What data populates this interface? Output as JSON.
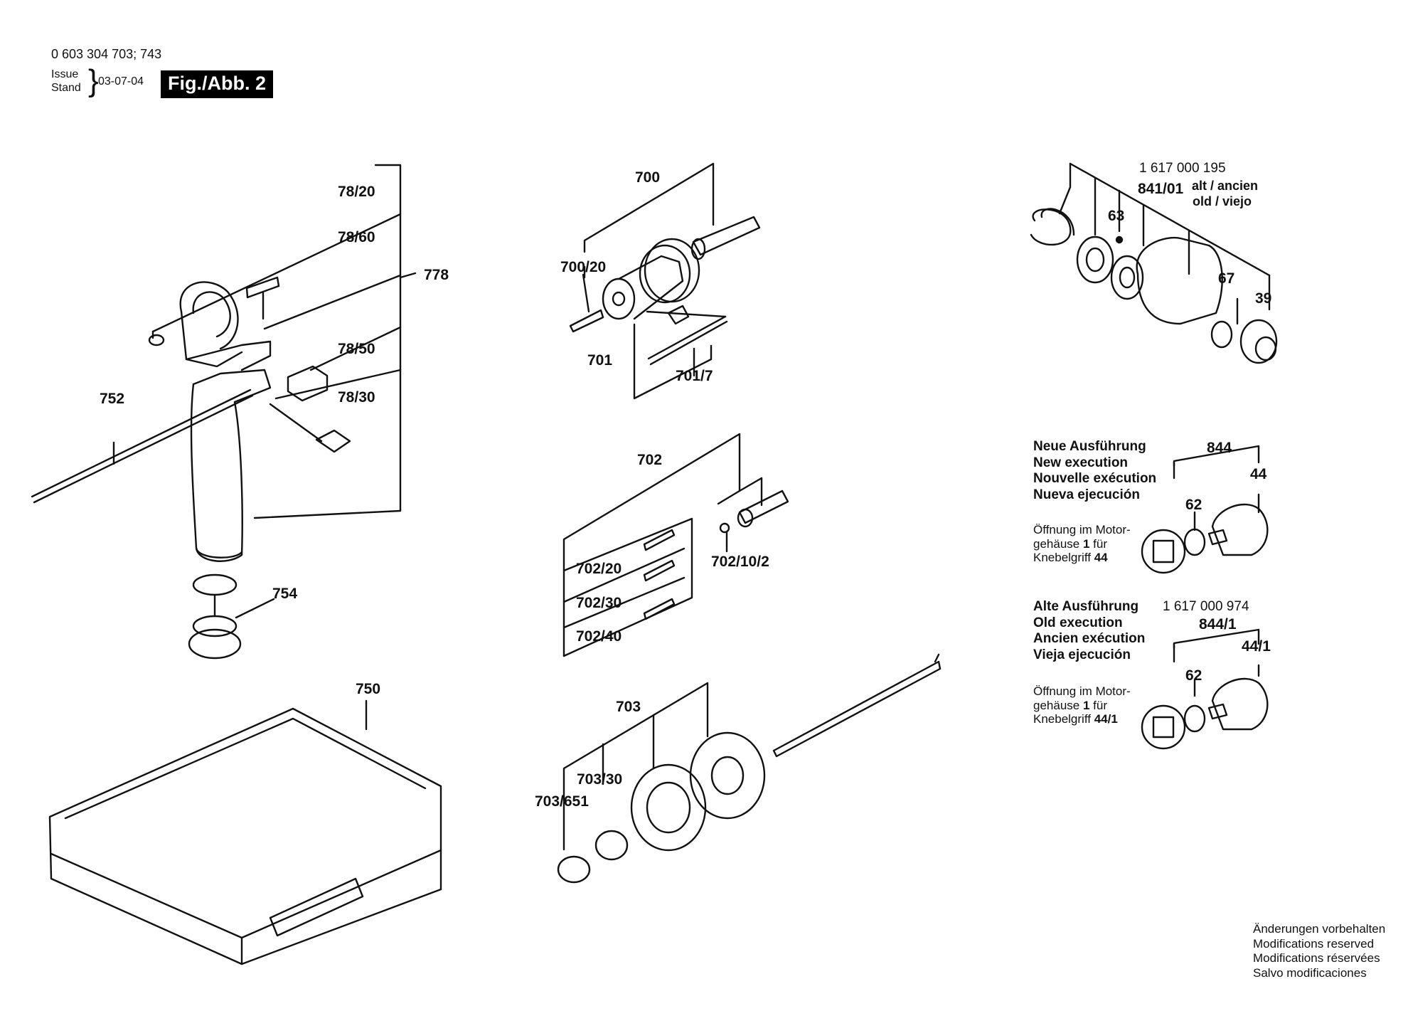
{
  "header": {
    "part_numbers": "0 603 304 703; 743",
    "issue_label": "Issue",
    "stand_label": "Stand",
    "date": "03-07-04",
    "figure": "Fig./Abb. 2"
  },
  "labels": {
    "l_78_20": "78/20",
    "l_78_60": "78/60",
    "l_778": "778",
    "l_78_50": "78/50",
    "l_78_30": "78/30",
    "l_752": "752",
    "l_754": "754",
    "l_750": "750",
    "l_700": "700",
    "l_700_20": "700/20",
    "l_701": "701",
    "l_701_7": "701/7",
    "l_702": "702",
    "l_702_20": "702/20",
    "l_702_30": "702/30",
    "l_702_40": "702/40",
    "l_702_10_2": "702/10/2",
    "l_703": "703",
    "l_703_30": "703/30",
    "l_703_651": "703/651",
    "l_63": "63",
    "l_841_01": "841/01",
    "l_67": "67",
    "l_39": "39",
    "l_844": "844",
    "l_44": "44",
    "l_62a": "62",
    "l_844_1": "844/1",
    "l_44_1": "44/1",
    "l_62b": "62"
  },
  "upper_right": {
    "part_number": "1 617 000 195",
    "alt_ancien": "alt / ancien",
    "old_viejo": "old / viejo"
  },
  "new_execution": {
    "line1": "Neue Ausführung",
    "line2": "New execution",
    "line3": "Nouvelle exécution",
    "line4": "Nueva ejecución",
    "note1": "Öffnung im Motor-",
    "note2a": "gehäuse ",
    "note2b": "1",
    "note2c": " für",
    "note3a": "Knebelgriff ",
    "note3b": "44"
  },
  "old_execution": {
    "line1": "Alte Ausführung",
    "line2": "Old execution",
    "line3": "Ancien exécution",
    "line4": "Vieja ejecución",
    "part_number": "1 617 000 974",
    "note1": "Öffnung im Motor-",
    "note2a": "gehäuse ",
    "note2b": "1",
    "note2c": " für",
    "note3a": "Knebelgriff ",
    "note3b": "44/1"
  },
  "footer": {
    "line1": "Änderungen vorbehalten",
    "line2": "Modifications reserved",
    "line3": "Modifications réservées",
    "line4": "Salvo modificaciones"
  }
}
